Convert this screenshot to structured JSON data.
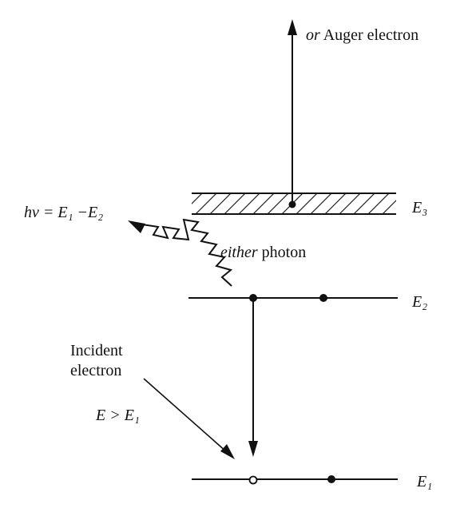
{
  "labels": {
    "auger_or": "or",
    "auger_text": "Auger electron",
    "photon_either": "either",
    "photon_text": "photon",
    "hv_eq": "hν = E₁ −E₂",
    "level_e3": "E₃",
    "level_e2": "E₂",
    "level_e1": "E₁",
    "incident_line1": "Incident",
    "incident_line2": "electron",
    "energy_condition": "E > E₁"
  },
  "colors": {
    "ink": "#111111",
    "background": "#ffffff"
  }
}
